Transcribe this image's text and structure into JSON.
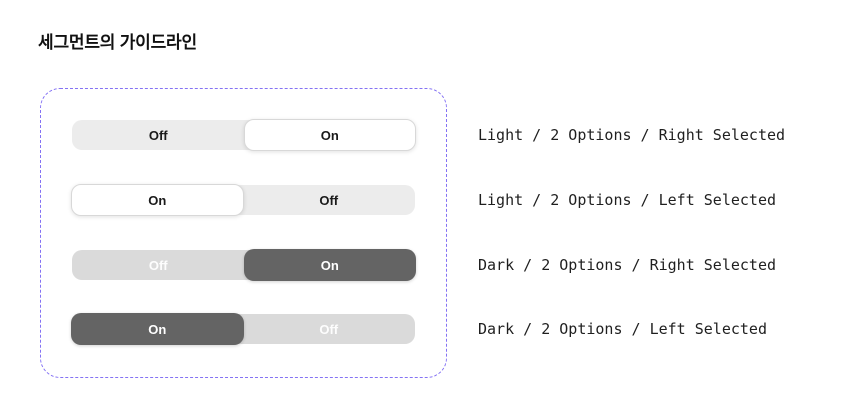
{
  "title": "세그먼트의 가이드라인",
  "colors": {
    "dashed_border": "#8472f4",
    "light_track": "#ececec",
    "light_selected_bg": "#ffffff",
    "light_selected_border": "#d8d8d8",
    "light_text": "#1a1a1a",
    "dark_track": "#dadada",
    "dark_selected_bg": "#646464",
    "dark_text": "#fdfdfd",
    "description_text": "#1f1f1f",
    "title_text": "#111111"
  },
  "rows": [
    {
      "theme": "light",
      "selected_side": "right",
      "segments": [
        {
          "label": "Off",
          "selected": false
        },
        {
          "label": "On",
          "selected": true
        }
      ],
      "description": "Light / 2 Options / Right Selected"
    },
    {
      "theme": "light",
      "selected_side": "left",
      "segments": [
        {
          "label": "On",
          "selected": true
        },
        {
          "label": "Off",
          "selected": false
        }
      ],
      "description": "Light / 2 Options / Left Selected"
    },
    {
      "theme": "dark",
      "selected_side": "right",
      "segments": [
        {
          "label": "Off",
          "selected": false
        },
        {
          "label": "On",
          "selected": true
        }
      ],
      "description": "Dark / 2 Options / Right Selected"
    },
    {
      "theme": "dark",
      "selected_side": "left",
      "segments": [
        {
          "label": "On",
          "selected": true
        },
        {
          "label": "Off",
          "selected": false
        }
      ],
      "description": "Dark / 2 Options / Left Selected"
    }
  ]
}
